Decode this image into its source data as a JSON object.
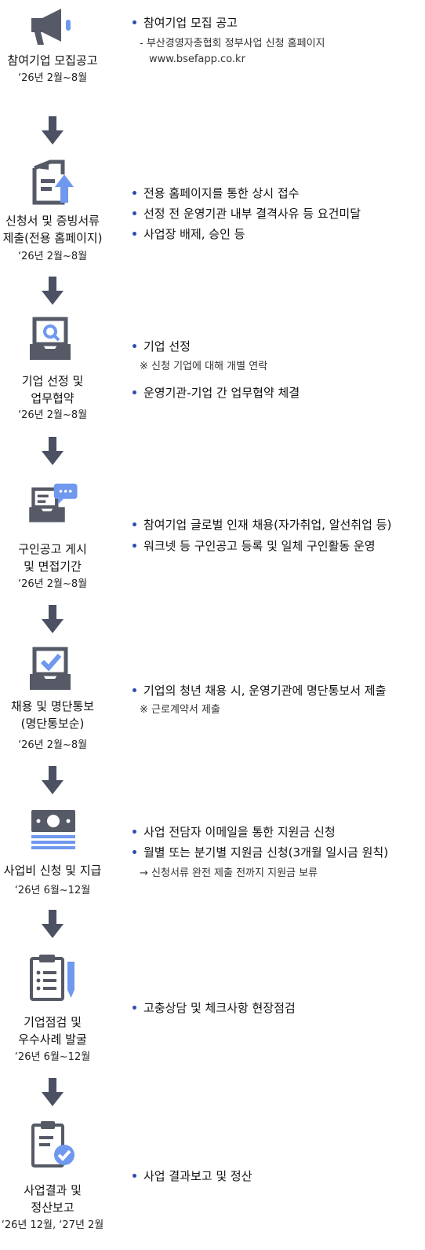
{
  "steps": [
    {
      "icon": "megaphone-icon",
      "title_lines": [
        "참여기업 모집공고"
      ],
      "date": "‘26년 2월~8월",
      "bullets": [
        "참여기업 모집 공고"
      ],
      "subs": [
        "- 부산경영자총협회 정부사업 신청 홈페이지",
        "www.bsefapp.co.kr"
      ]
    },
    {
      "icon": "document-upload-icon",
      "title_lines": [
        "신청서 및 증빙서류",
        "제출(전용 홈페이지)"
      ],
      "date": "‘26년 2월~8월",
      "bullets": [
        "전용 홈페이지를 통한 상시 접수",
        "선정 전 운영기관 내부 결격사유 등 요건미달",
        "사업장 배제, 승인 등"
      ]
    },
    {
      "icon": "inbox-search-icon",
      "title_lines": [
        "기업 선정 및",
        "업무협약"
      ],
      "date": "‘26년 2월~8월",
      "bullets": [
        "기업 선정",
        "운영기관-기업 간 업무협약 체결"
      ],
      "subs": [
        "※ 신청 기업에 대해 개별 연락"
      ]
    },
    {
      "icon": "inbox-chat-icon",
      "title_lines": [
        "구인공고 게시",
        "및 면접기간"
      ],
      "date": "‘26년 2월~8월",
      "bullets": [
        "참여기업 글로벌 인재 채용(자가취업, 알선취업 등)",
        "워크넷 등 구인공고 등록 및 일체 구인활동 운영"
      ]
    },
    {
      "icon": "inbox-check-icon",
      "title_lines": [
        "채용 및 명단통보",
        "(명단통보순)"
      ],
      "date": "‘26년 2월~8월",
      "bullets": [
        "기업의 청년 채용 시, 운영기관에 명단통보서 제출"
      ],
      "subs": [
        "※ 근로계약서 제출"
      ]
    },
    {
      "icon": "money-icon",
      "title_lines": [
        "사업비 신청 및 지급"
      ],
      "date": "‘26년 6월~12월",
      "bullets": [
        "사업 전담자 이메일을 통한 지원금 신청",
        "월별 또는 분기별 지원금 신청(3개월 일시금 원칙)"
      ],
      "subs": [
        "→ 신청서류 완전 제출 전까지 지원금 보류"
      ]
    },
    {
      "icon": "clipboard-pencil-icon",
      "title_lines": [
        "기업점검 및",
        "우수사례 발굴"
      ],
      "date": "‘26년 6월~12월",
      "bullets": [
        "고충상담 및 체크사항 현장점검"
      ]
    },
    {
      "icon": "clipboard-check-icon",
      "title_lines": [
        "사업결과 및",
        "정산보고"
      ],
      "date": "‘26년 12월, ‘27년 2월",
      "bullets": [
        "사업 결과보고 및 정산"
      ]
    }
  ],
  "colors": {
    "dark": "#555a66",
    "accent": "#6f98ee",
    "bullet": "#2f4bb0",
    "arrow": "#4b5063"
  }
}
